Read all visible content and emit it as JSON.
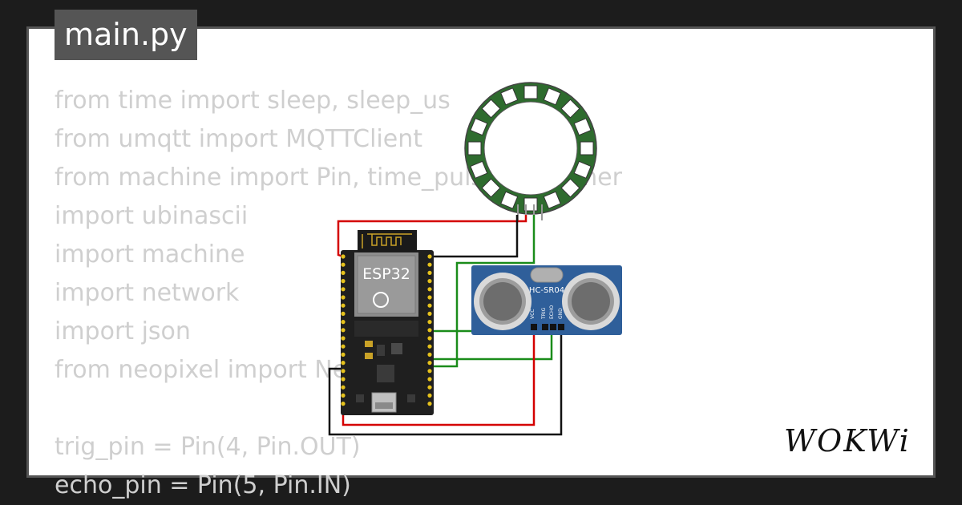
{
  "tab": {
    "label": "main.py"
  },
  "code": {
    "lines": [
      "from time import sleep, sleep_us",
      "from umqtt import MQTTClient",
      "from machine import Pin, time_pulse_us, Timer",
      "import ubinascii",
      "import machine",
      "import network",
      "import json",
      "from neopixel import NeoPixel",
      "",
      "trig_pin = Pin(4, Pin.OUT)",
      "echo_pin = Pin(5, Pin.IN)"
    ]
  },
  "board": {
    "label": "ESP32"
  },
  "sensor": {
    "label": "HC-SR04",
    "pins": [
      "VCC",
      "TRIG",
      "ECHO",
      "GND"
    ]
  },
  "brand": {
    "name": "WOKWi"
  },
  "colors": {
    "ring": "#2e6b2e",
    "sensor": "#2f5f9a",
    "board": "#1f1f1f",
    "wire_red": "#d40000",
    "wire_green": "#1a8c1a",
    "wire_black": "#111111"
  }
}
